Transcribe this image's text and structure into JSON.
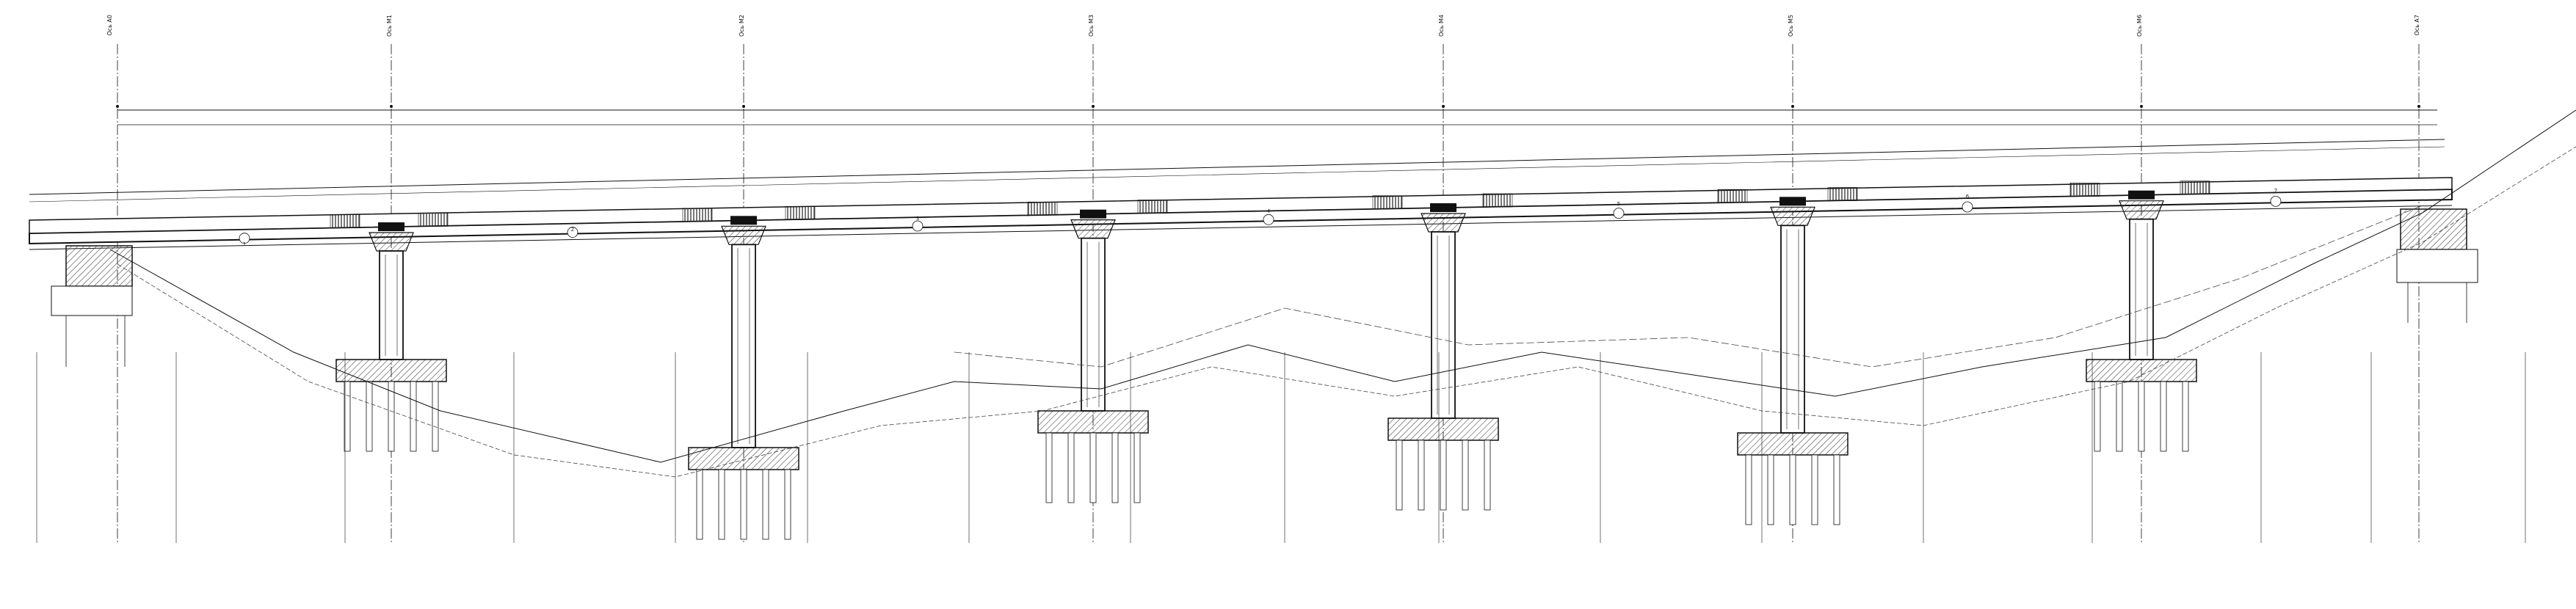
{
  "drawing": {
    "background": "#ffffff",
    "line_color": "#111111",
    "hatch_color": "#333333",
    "axes": [
      {
        "id": "A0",
        "label": "Ось А0"
      },
      {
        "id": "M1",
        "label": "Ось М1"
      },
      {
        "id": "M2",
        "label": "Ось М2"
      },
      {
        "id": "M3",
        "label": "Ось М3"
      },
      {
        "id": "M4",
        "label": "Ось М4"
      },
      {
        "id": "M5",
        "label": "Ось М5"
      },
      {
        "id": "M6",
        "label": "Ось М6"
      },
      {
        "id": "A7",
        "label": "Ось А7"
      }
    ],
    "overall_dimension": "",
    "span_dimensions": [],
    "elevation_marks": [],
    "span_markers": [
      "1",
      "2",
      "3",
      "4",
      "5",
      "6",
      "7"
    ],
    "annotation_notes": []
  }
}
